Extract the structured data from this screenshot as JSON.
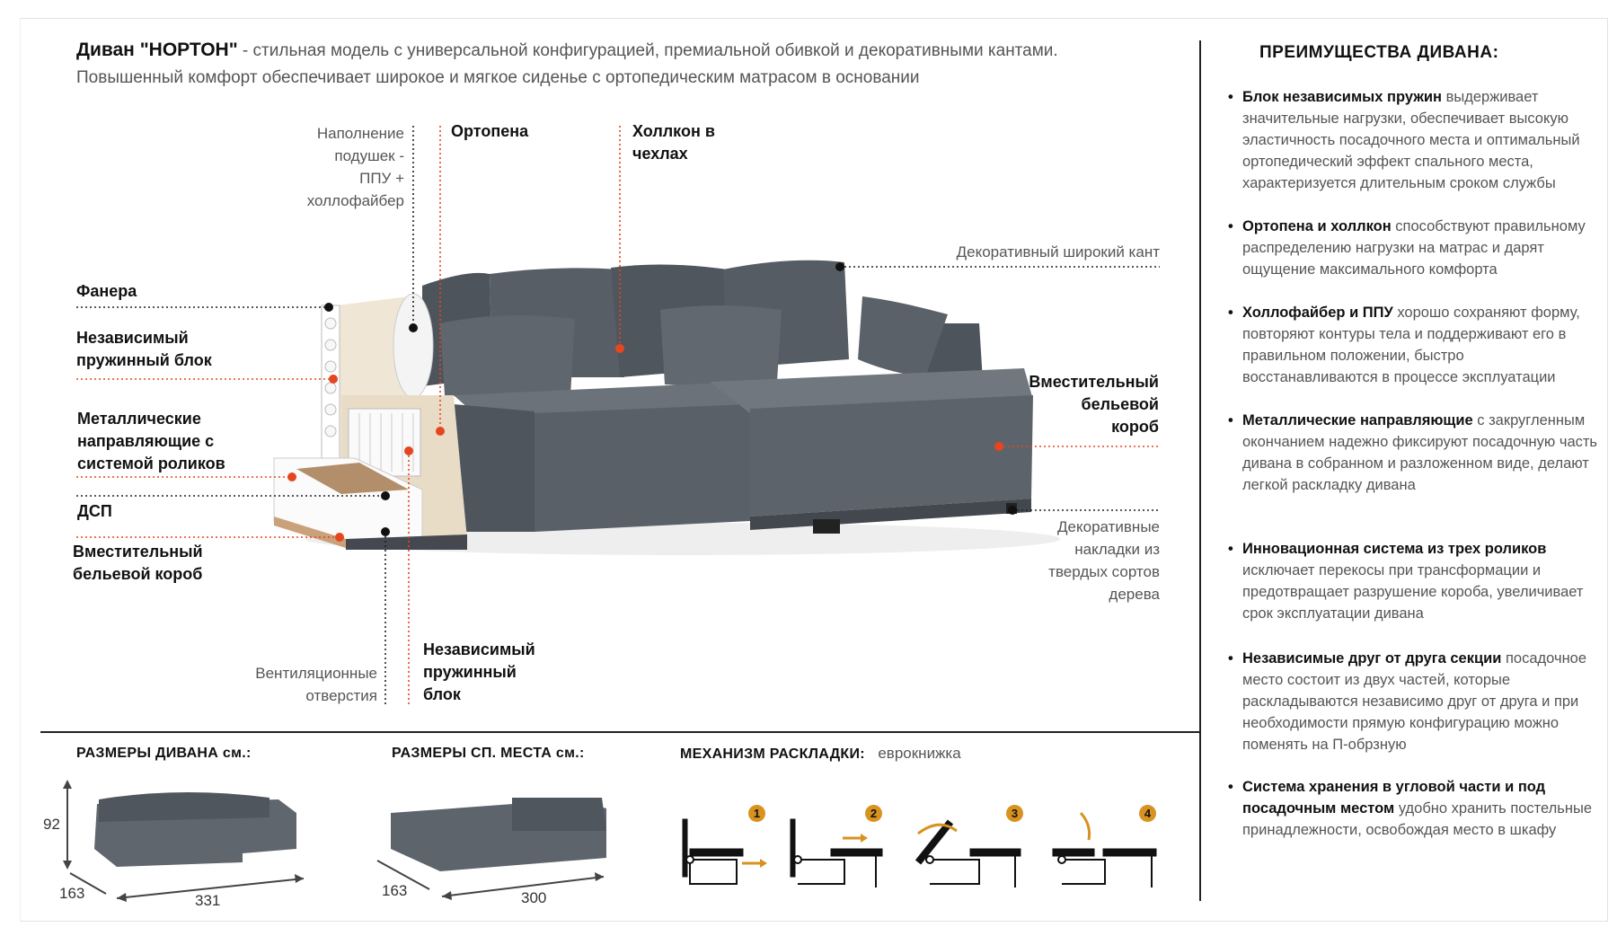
{
  "header": {
    "model_prefix": "Диван \"НОРТОН\"",
    "line1_rest": " - стильная модель с универсальной конфигурацией, премиальной обивкой и декоративными кантами.",
    "line2": "Повышенный комфорт обеспечивает широкое и мягкое сиденье с ортопедическим матрасом в основании"
  },
  "callouts": {
    "filling": [
      "Наполнение",
      "подушек -",
      "ППУ +",
      "холлофайбер"
    ],
    "ortopena": "Ортопена",
    "hollcon": [
      "Холлкон в",
      "чехлах"
    ],
    "plywood": "Фанера",
    "spring_block_left": [
      "Независимый",
      "пружинный блок"
    ],
    "metal_guides": [
      "Металлические",
      "направляющие с",
      "системой роликов"
    ],
    "dsp": "ДСП",
    "storage_left": [
      "Вместительный",
      "бельевой короб"
    ],
    "wide_piping": "Декоративный широкий кант",
    "storage_right": [
      "Вместительный",
      "бельевой",
      "короб"
    ],
    "wood_trims": [
      "Декоративные",
      "накладки из",
      "твердых сортов",
      "дерева"
    ],
    "vents": [
      "Вентиляционные",
      "отверстия"
    ],
    "spring_block_bottom": [
      "Независимый",
      "пружинный",
      "блок"
    ]
  },
  "advantages": {
    "title": "ПРЕИМУЩЕСТВА ДИВАНА:",
    "items": [
      {
        "bold": "Блок независимых пружин",
        "text": " выдерживает значительные нагрузки, обеспечивает высокую эластичность посадочного места и оптимальный ортопедический эффект спального места, характеризуется длительным сроком службы"
      },
      {
        "bold": "Ортопена и холлкон",
        "text": " способствуют правильному распределению нагрузки на матрас и дарят ощущение максимального комфорта"
      },
      {
        "bold": "Холлофайбер и ППУ",
        "text": " хорошо сохраняют форму, повторяют контуры тела и поддерживают его в правильном положении, быстро восстанавливаются в процессе эксплуатации"
      },
      {
        "bold": "Металлические направляющие",
        "text": " с закругленным окончанием надежно фиксируют посадочную часть дивана в собранном и разложенном виде, делают легкой раскладку дивана"
      },
      {
        "bold": "Инновационная система из трех роликов",
        "text": " исключает перекосы при трансформации и предотвращает разрушение короба, увеличивает срок эксплуатации дивана"
      },
      {
        "bold": "Независимые друг от друга секции",
        "text": " посадочное место состоит из двух частей, которые раскладываются независимо друг от друга и при необходимости прямую конфигурацию можно поменять на П-обрзную"
      },
      {
        "bold": "Система хранения в угловой части и под посадочным местом",
        "text": " удобно хранить постельные принадлежности, освобождая место в шкафу"
      }
    ]
  },
  "bottom": {
    "sofa_size_title": "РАЗМЕРЫ ДИВАНА см.:",
    "sofa_height": "92",
    "sofa_depth": "163",
    "sofa_width": "331",
    "bed_size_title": "РАЗМЕРЫ СП. МЕСТА см.:",
    "bed_depth": "163",
    "bed_width": "300",
    "mechanism_title": "МЕХАНИЗМ РАСКЛАДКИ:",
    "mechanism_value": "еврокнижка",
    "steps": [
      "1",
      "2",
      "3",
      "4"
    ]
  },
  "colors": {
    "accent_dot": "#e5461f",
    "step_badge": "#d8921f",
    "fabric": "#5e646c"
  }
}
